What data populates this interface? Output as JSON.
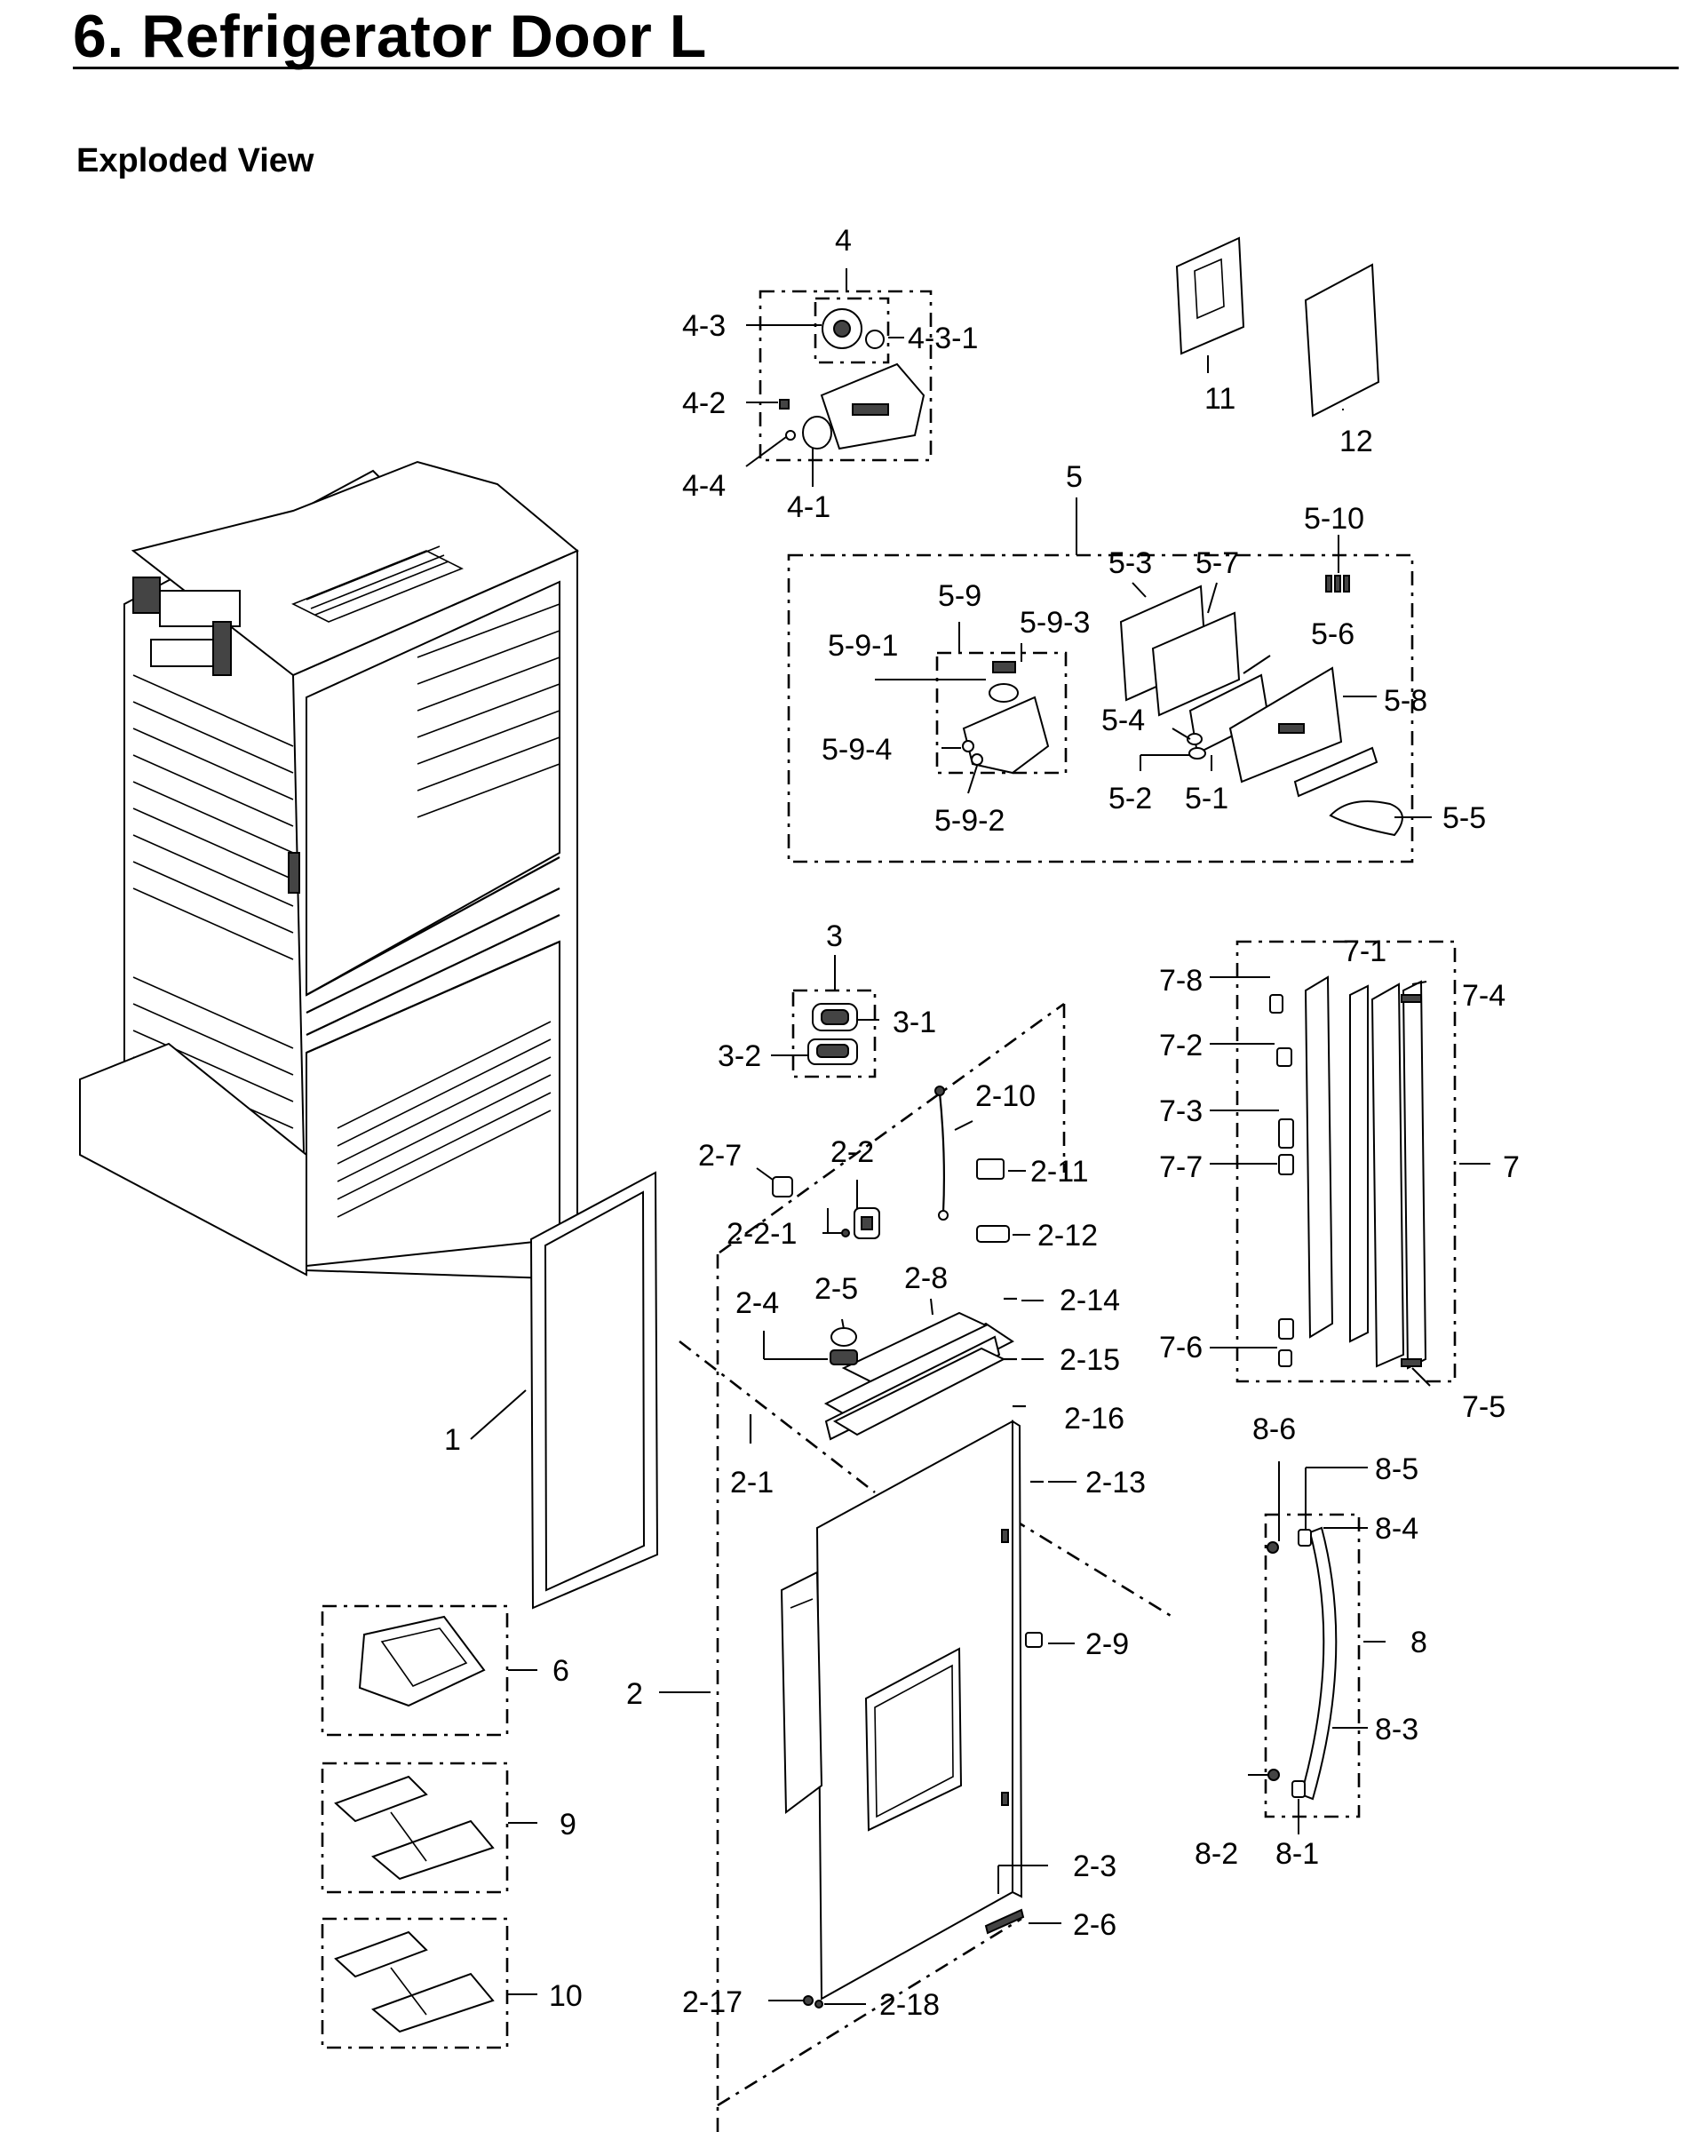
{
  "header": {
    "title": "6.  Refrigerator Door L",
    "subtitle": "Exploded View"
  },
  "callouts": [
    {
      "id": "c-4",
      "text": "4"
    },
    {
      "id": "c-4-3",
      "text": "4-3"
    },
    {
      "id": "c-4-3-1",
      "text": "4-3-1"
    },
    {
      "id": "c-4-2",
      "text": "4-2"
    },
    {
      "id": "c-4-4",
      "text": "4-4"
    },
    {
      "id": "c-4-1",
      "text": "4-1"
    },
    {
      "id": "c-11",
      "text": "11"
    },
    {
      "id": "c-12",
      "text": "12"
    },
    {
      "id": "c-5",
      "text": "5"
    },
    {
      "id": "c-5-10",
      "text": "5-10"
    },
    {
      "id": "c-5-3",
      "text": "5-3"
    },
    {
      "id": "c-5-7",
      "text": "5-7"
    },
    {
      "id": "c-5-9",
      "text": "5-9"
    },
    {
      "id": "c-5-9-3",
      "text": "5-9-3"
    },
    {
      "id": "c-5-9-1",
      "text": "5-9-1"
    },
    {
      "id": "c-5-6",
      "text": "5-6"
    },
    {
      "id": "c-5-8",
      "text": "5-8"
    },
    {
      "id": "c-5-4",
      "text": "5-4"
    },
    {
      "id": "c-5-9-4",
      "text": "5-9-4"
    },
    {
      "id": "c-5-2",
      "text": "5-2"
    },
    {
      "id": "c-5-1",
      "text": "5-1"
    },
    {
      "id": "c-5-5",
      "text": "5-5"
    },
    {
      "id": "c-5-9-2",
      "text": "5-9-2"
    },
    {
      "id": "c-3",
      "text": "3"
    },
    {
      "id": "c-3-1",
      "text": "3-1"
    },
    {
      "id": "c-3-2",
      "text": "3-2"
    },
    {
      "id": "c-7-1",
      "text": "7-1"
    },
    {
      "id": "c-7-8",
      "text": "7-8"
    },
    {
      "id": "c-7-4",
      "text": "7-4"
    },
    {
      "id": "c-7-2",
      "text": "7-2"
    },
    {
      "id": "c-7-3",
      "text": "7-3"
    },
    {
      "id": "c-7-7",
      "text": "7-7"
    },
    {
      "id": "c-7",
      "text": "7"
    },
    {
      "id": "c-7-6",
      "text": "7-6"
    },
    {
      "id": "c-7-5",
      "text": "7-5"
    },
    {
      "id": "c-2-10",
      "text": "2-10"
    },
    {
      "id": "c-2-7",
      "text": "2-7"
    },
    {
      "id": "c-2-2",
      "text": "2-2"
    },
    {
      "id": "c-2-11",
      "text": "2-11"
    },
    {
      "id": "c-2-2-1",
      "text": "2-2-1"
    },
    {
      "id": "c-2-12",
      "text": "2-12"
    },
    {
      "id": "c-2-8",
      "text": "2-8"
    },
    {
      "id": "c-2-5",
      "text": "2-5"
    },
    {
      "id": "c-2-4",
      "text": "2-4"
    },
    {
      "id": "c-2-14",
      "text": "2-14"
    },
    {
      "id": "c-2-15",
      "text": "2-15"
    },
    {
      "id": "c-2-16",
      "text": "2-16"
    },
    {
      "id": "c-2-13",
      "text": "2-13"
    },
    {
      "id": "c-2-1",
      "text": "2-1"
    },
    {
      "id": "c-1",
      "text": "1"
    },
    {
      "id": "c-8-6",
      "text": "8-6"
    },
    {
      "id": "c-8-5",
      "text": "8-5"
    },
    {
      "id": "c-8-4",
      "text": "8-4"
    },
    {
      "id": "c-8",
      "text": "8"
    },
    {
      "id": "c-8-3",
      "text": "8-3"
    },
    {
      "id": "c-8-2",
      "text": "8-2"
    },
    {
      "id": "c-8-1",
      "text": "8-1"
    },
    {
      "id": "c-2-9",
      "text": "2-9"
    },
    {
      "id": "c-6",
      "text": "6"
    },
    {
      "id": "c-2",
      "text": "2"
    },
    {
      "id": "c-9",
      "text": "9"
    },
    {
      "id": "c-10",
      "text": "10"
    },
    {
      "id": "c-2-3",
      "text": "2-3"
    },
    {
      "id": "c-2-6",
      "text": "2-6"
    },
    {
      "id": "c-2-17",
      "text": "2-17"
    },
    {
      "id": "c-2-18",
      "text": "2-18"
    }
  ]
}
